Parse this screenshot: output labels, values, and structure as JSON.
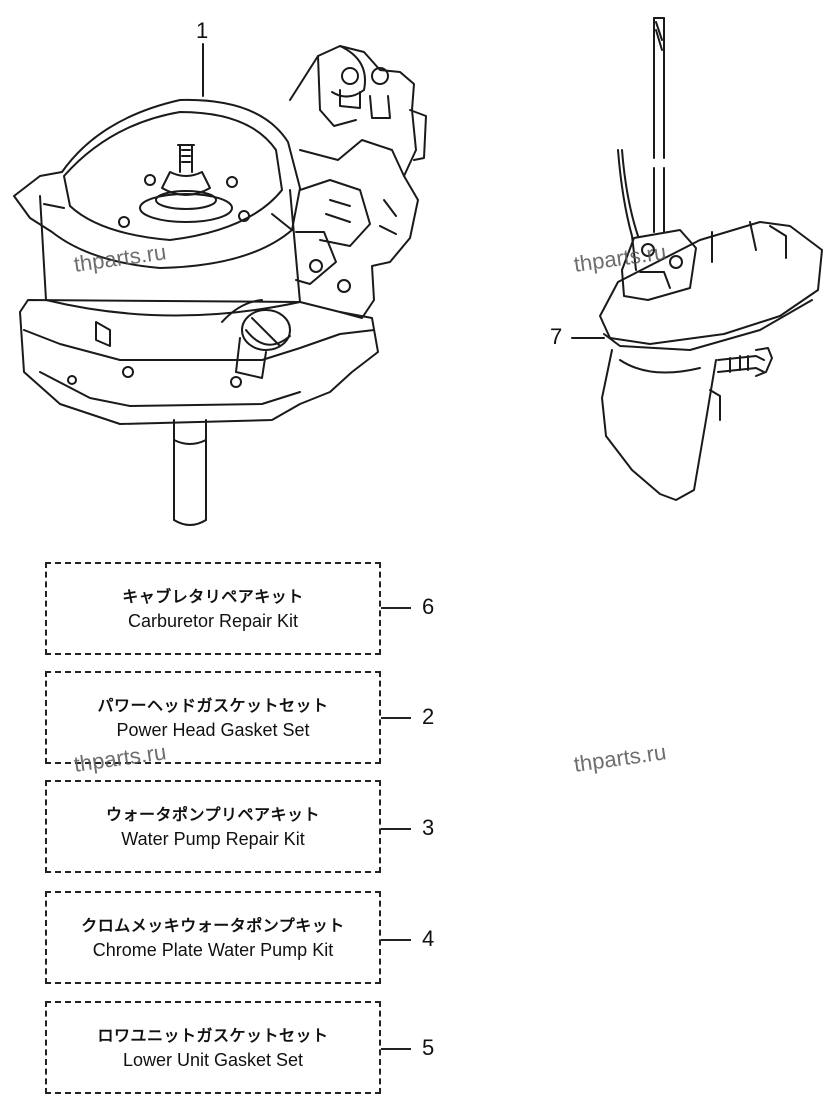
{
  "callouts": {
    "powerhead": "1",
    "lower_unit": "7"
  },
  "kits": [
    {
      "jp": "キャブレタリペアキット",
      "en": "Carburetor Repair Kit",
      "ref": "6"
    },
    {
      "jp": "パワーヘッドガスケットセット",
      "en": "Power Head Gasket Set",
      "ref": "2"
    },
    {
      "jp": "ウォータポンプリペアキット",
      "en": "Water Pump Repair Kit",
      "ref": "3"
    },
    {
      "jp": "クロムメッキウォータポンプキット",
      "en": "Chrome Plate Water Pump Kit",
      "ref": "4"
    },
    {
      "jp": "ロワユニットガスケットセット",
      "en": "Lower Unit Gasket Set",
      "ref": "5"
    }
  ],
  "watermarks": [
    "thparts.ru",
    "thparts.ru",
    "thparts.ru",
    "thparts.ru"
  ]
}
